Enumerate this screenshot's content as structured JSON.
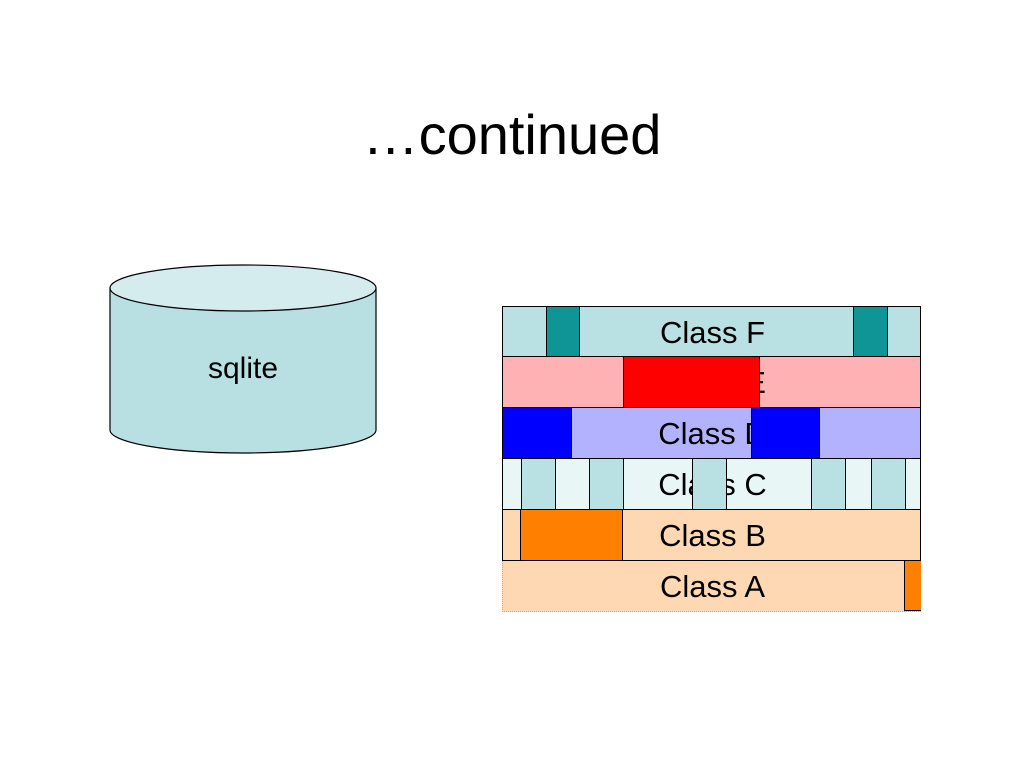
{
  "slide": {
    "title": "…continued"
  },
  "database": {
    "label": "sqlite",
    "fill": "#b8e0e3",
    "top_fill": "#d5ecee"
  },
  "class_stack": {
    "rows": [
      {
        "label": "Class F",
        "base_color": "#b9e0e2",
        "accent_color": "#0f9595"
      },
      {
        "label": "Class E",
        "base_color": "#ffb2b3",
        "accent_color": "#ff0000"
      },
      {
        "label": "Class D",
        "base_color": "#b2b2ff",
        "accent_color": "#0000ff"
      },
      {
        "label": "Class C",
        "base_color": "#e9f6f6",
        "accent_color": "#b9e0e2"
      },
      {
        "label": "Class B",
        "base_color": "#fdd8b3",
        "accent_color": "#ff8000"
      },
      {
        "label": "Class A",
        "base_color": "#fdd8b3",
        "accent_color": "#ff8000"
      }
    ]
  }
}
